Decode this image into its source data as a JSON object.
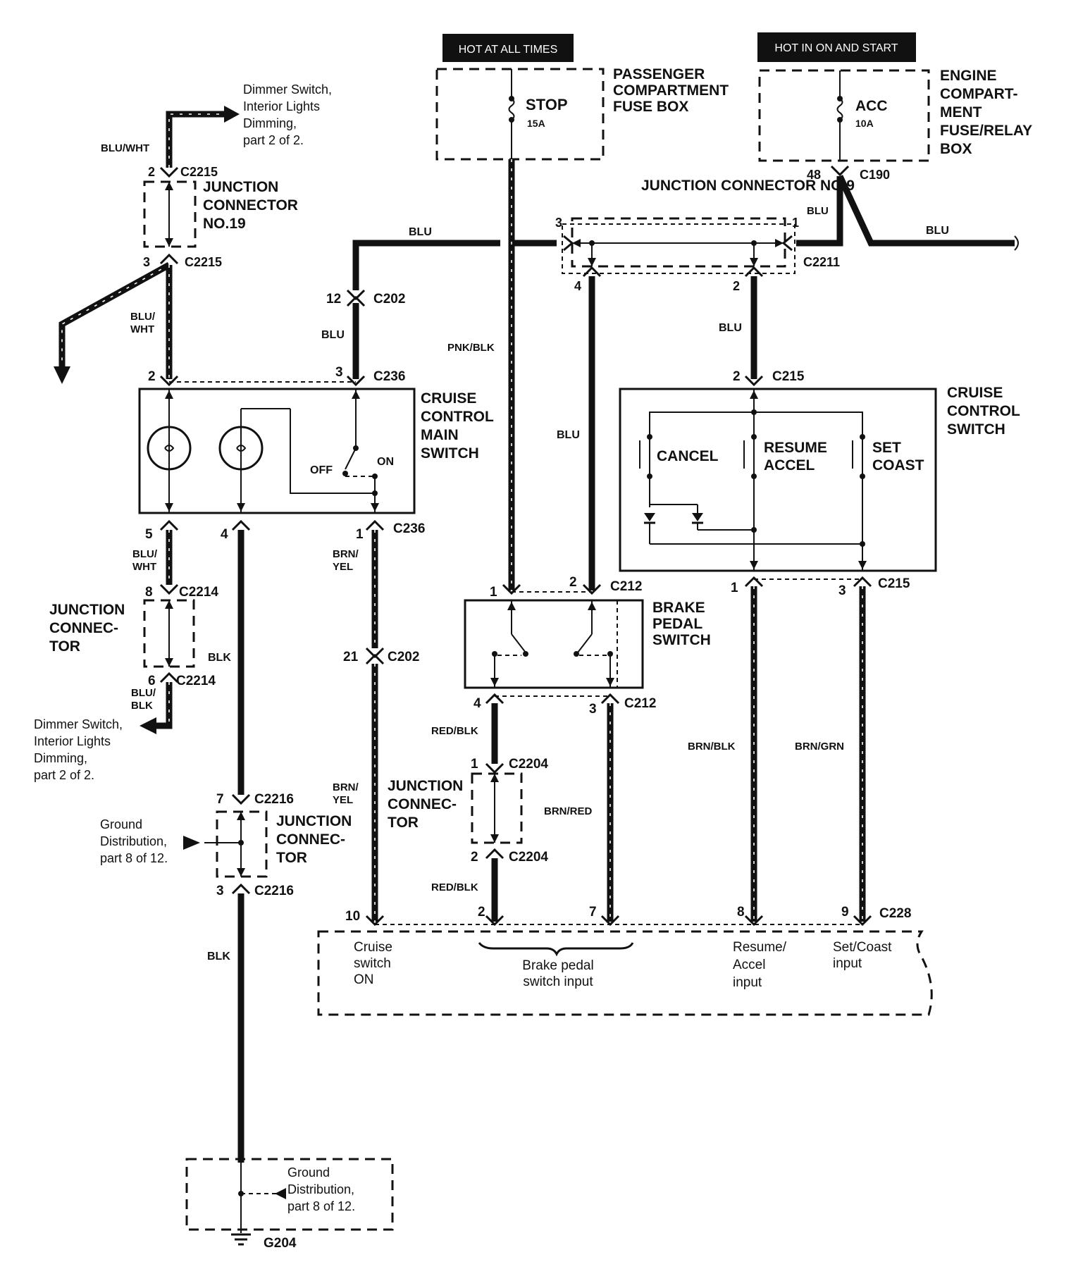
{
  "hot": {
    "all_times": "HOT AT ALL TIMES",
    "on_start": "HOT IN ON AND START"
  },
  "fuses": {
    "passenger": {
      "name": "STOP",
      "rating": "15A",
      "label": [
        "PASSENGER",
        "COMPARTMENT",
        "FUSE BOX"
      ]
    },
    "engine": {
      "name": "ACC",
      "rating": "10A",
      "label": [
        "ENGINE",
        "COMPART-",
        "MENT",
        "FUSE/RELAY",
        "BOX"
      ]
    }
  },
  "notes": {
    "dimmer_top": [
      "Dimmer Switch,",
      "Interior Lights",
      "Dimming,",
      "part 2 of 2."
    ],
    "dimmer_bottom": [
      "Dimmer Switch,",
      "Interior Lights",
      "Dimming,",
      "part 2 of 2."
    ],
    "ground_left": [
      "Ground",
      "Distribution,",
      "part 8 of 12."
    ],
    "ground_bottom": [
      "Ground",
      "Distribution,",
      "part 8 of 12."
    ]
  },
  "junctions": {
    "j19": [
      "JUNCTION",
      "CONNECTOR",
      "NO.19"
    ],
    "j9": "JUNCTION CONNECTOR NO.9",
    "j2214": [
      "JUNCTION",
      "CONNEC-",
      "TOR"
    ],
    "j2216": [
      "JUNCTION",
      "CONNEC-",
      "TOR"
    ],
    "j2204": [
      "JUNCTION",
      "CONNEC-",
      "TOR"
    ]
  },
  "components": {
    "main_switch": [
      "CRUISE",
      "CONTROL",
      "MAIN",
      "SWITCH"
    ],
    "main_switch_off": "OFF",
    "main_switch_on": "ON",
    "cruise_switch": [
      "CRUISE",
      "CONTROL",
      "SWITCH"
    ],
    "cancel": "CANCEL",
    "resume": [
      "RESUME",
      "ACCEL"
    ],
    "set": [
      "SET",
      "COAST"
    ],
    "brake_switch": [
      "BRAKE",
      "PEDAL",
      "SWITCH"
    ]
  },
  "connectors": {
    "c2215": "C2215",
    "c2211": "C2211",
    "c190": "C190",
    "c202": "C202",
    "c236": "C236",
    "c215": "C215",
    "c212": "C212",
    "c2214": "C2214",
    "c2216": "C2216",
    "c2204": "C2204",
    "c228": "C228",
    "g204": "G204"
  },
  "pins": {
    "c2215_2": "2",
    "c2215_3": "3",
    "c2211_3": "3",
    "c2211_1": "1",
    "c2211_4": "4",
    "c2211_2": "2",
    "c190_48": "48",
    "c202_12": "12",
    "c202_21": "21",
    "c236_2": "2",
    "c236_3": "3",
    "c236_5": "5",
    "c236_4": "4",
    "c236_1": "1",
    "c215_2": "2",
    "c215_1": "1",
    "c215_3": "3",
    "c212_1": "1",
    "c212_2": "2",
    "c212_4": "4",
    "c212_3": "3",
    "c2214_8": "8",
    "c2214_6": "6",
    "c2216_7": "7",
    "c2216_3": "3",
    "c2204_1": "1",
    "c2204_2": "2",
    "c228_10": "10",
    "c228_2": "2",
    "c228_7": "7",
    "c228_8": "8",
    "c228_9": "9"
  },
  "wires": {
    "blu_wht_a": "BLU/WHT",
    "blu_wht_b": "BLU/",
    "blu_wht_b2": "WHT",
    "blu_wht_c": "BLU/",
    "blu_wht_c2": "WHT",
    "blu_blk": "BLU/",
    "blu_blk2": "BLK",
    "blk_a": "BLK",
    "blk_b": "BLK",
    "blu_top": "BLU",
    "blu_202": "BLU",
    "blu_brake": "BLU",
    "blu_215": "BLU",
    "blu_190": "BLU",
    "blu_right": "BLU",
    "pnk_blk": "PNK/BLK",
    "brn_yel_a": "BRN/",
    "brn_yel_a2": "YEL",
    "brn_yel_b": "BRN/",
    "brn_yel_b2": "YEL",
    "red_blk_a": "RED/BLK",
    "red_blk_b": "RED/BLK",
    "brn_red": "BRN/RED",
    "brn_blk": "BRN/BLK",
    "brn_grn": "BRN/GRN"
  },
  "module_inputs": {
    "cruise_on": [
      "Cruise",
      "switch",
      "ON"
    ],
    "brake_input": [
      "Brake pedal",
      "switch input"
    ],
    "resume_input": [
      "Resume/",
      "Accel",
      "input"
    ],
    "set_input": [
      "Set/Coast",
      "input"
    ]
  }
}
